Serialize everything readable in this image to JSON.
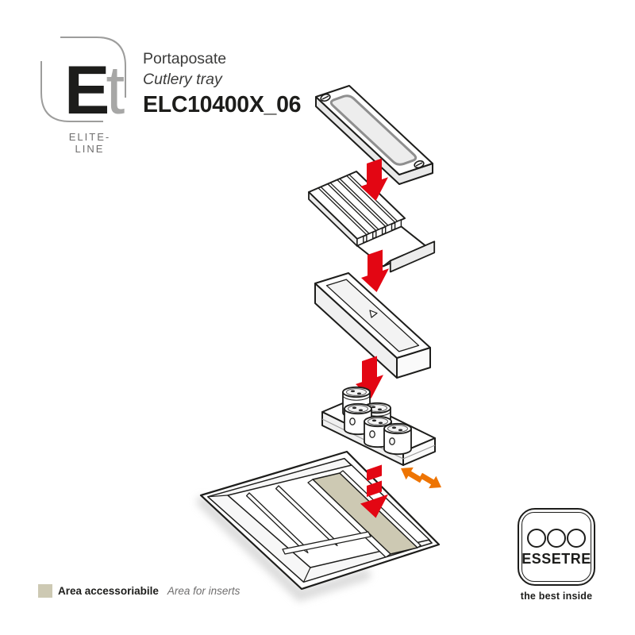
{
  "brand": {
    "initial_primary": "E",
    "initial_secondary": "t",
    "line_label": "ELITE-LINE"
  },
  "product": {
    "name_it": "Portaposate",
    "name_en": "Cutlery tray",
    "code": "ELC10400X_06"
  },
  "diagram": {
    "parts": [
      {
        "id": "top-cover",
        "depicts": "flat cover plate with two screw holes"
      },
      {
        "id": "knife-block",
        "depicts": "ribbed knife-block insert with end flange"
      },
      {
        "id": "box-cover",
        "depicts": "rectangular lid insert"
      },
      {
        "id": "spice-jar-rack",
        "depicts": "rack holding five spice jars"
      },
      {
        "id": "cutlery-tray",
        "depicts": "cutlery tray base with divided slots"
      },
      {
        "id": "insert-area",
        "depicts": "highlighted lane where inserts mount"
      }
    ],
    "assembly_arrows": 4,
    "slide_arrow": "double-headed"
  },
  "legend": {
    "label_it": "Area accessoriabile",
    "label_en": "Area for inserts",
    "swatch_color": "#cdc9b3"
  },
  "footer_logo": {
    "name": "ESSETRE",
    "tagline": "the best inside"
  },
  "colors": {
    "ink": "#1d1d1b",
    "accent_red": "#e30613",
    "accent_orange": "#ee7402",
    "insert_beige": "#cdc9b3",
    "frame_gray": "#9d9d9c",
    "logo_gray": "#a7a7a6",
    "text_gray": "#6f6e6e",
    "title_gray": "#3c3c3b"
  }
}
